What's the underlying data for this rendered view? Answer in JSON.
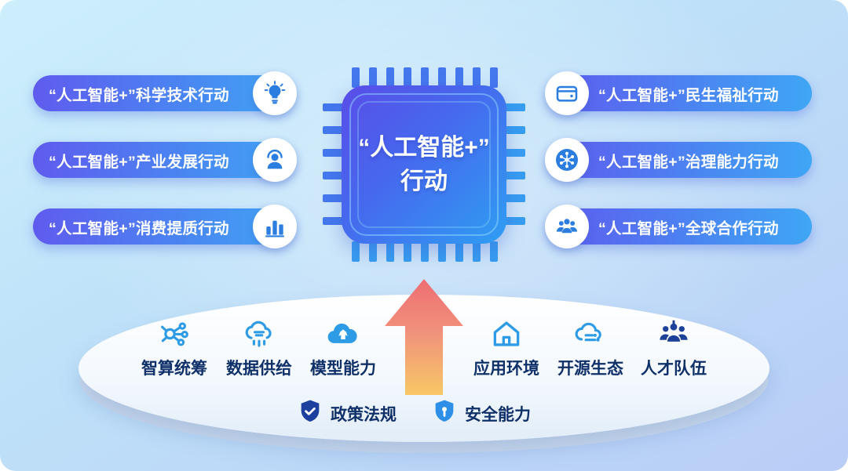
{
  "center": {
    "title_line1": "“人工智能+”",
    "title_line2": "行动"
  },
  "left_pills": [
    {
      "label": "“人工智能+”科学技术行动",
      "icon": "lightbulb-icon"
    },
    {
      "label": "“人工智能+”产业发展行动",
      "icon": "industry-person-icon"
    },
    {
      "label": "“人工智能+”消费提质行动",
      "icon": "bar-chart-icon"
    }
  ],
  "right_pills": [
    {
      "label": "“人工智能+”民生福祉行动",
      "icon": "wallet-icon"
    },
    {
      "label": "“人工智能+”治理能力行动",
      "icon": "governance-network-icon"
    },
    {
      "label": "“人工智能+”全球合作行动",
      "icon": "global-cooperation-people-icon"
    }
  ],
  "platform": {
    "items": [
      {
        "label": "智算统筹",
        "icon": "compute-network-icon"
      },
      {
        "label": "数据供给",
        "icon": "data-cloud-icon"
      },
      {
        "label": "模型能力",
        "icon": "model-cloud-icon"
      },
      {
        "label": "应用环境",
        "icon": "home-icon"
      },
      {
        "label": "开源生态",
        "icon": "open-source-cloud-icon"
      },
      {
        "label": "人才队伍",
        "icon": "talent-team-icon"
      }
    ],
    "bottom_items": [
      {
        "label": "政策法规",
        "icon": "policy-shield-icon"
      },
      {
        "label": "安全能力",
        "icon": "security-shield-icon"
      }
    ]
  },
  "colors": {
    "background_top": "#cdeffc",
    "background_bottom": "#b9cdf6",
    "pill_gradient_start": "#5f5bee",
    "pill_gradient_end": "#3fa6f4",
    "chip_gradient_start": "#5a4de8",
    "chip_gradient_end": "#2f9ef2",
    "label_navy": "#103069",
    "icon_blue": "#2b7de0",
    "arrow_top": "#ee6e72",
    "arrow_bottom": "#f8c766"
  }
}
